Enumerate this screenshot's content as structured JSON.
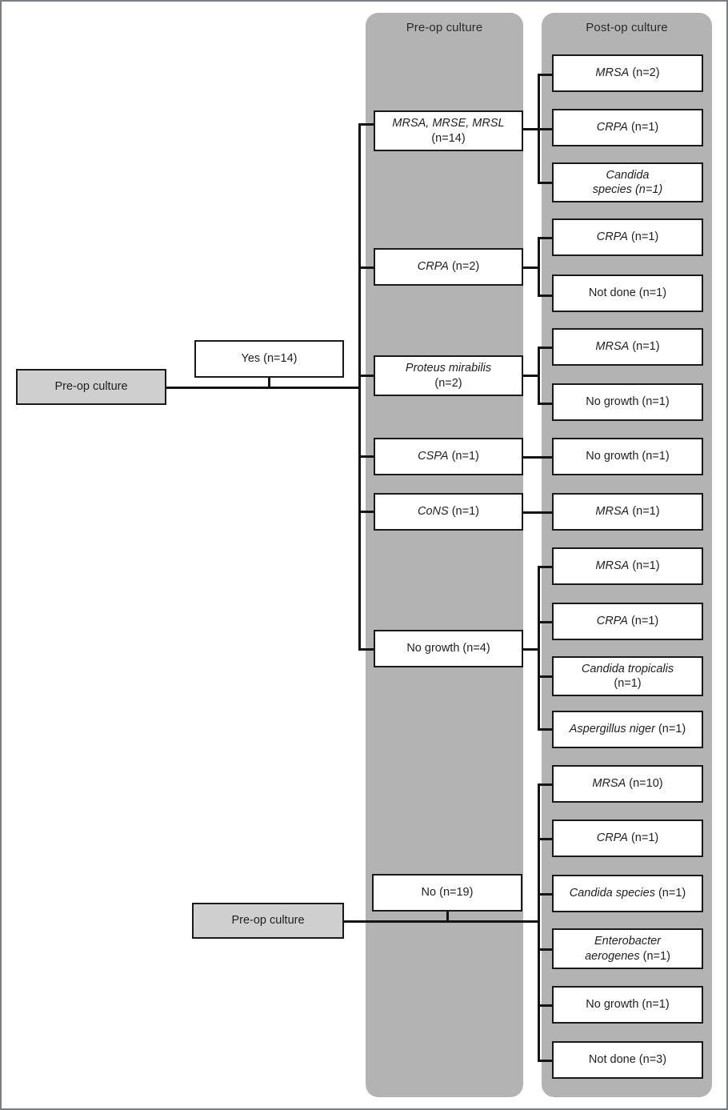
{
  "figure": {
    "panels": [
      {
        "name": "pre-op",
        "title": "Pre-op culture"
      },
      {
        "name": "post-op",
        "title": "Post-op culture"
      }
    ],
    "colors": {
      "panel_gray": "#b3b3b3",
      "box_shaded": "#cfcfcf",
      "box_fill": "#ffffff",
      "line": "#141414",
      "frame": "#7b7f85"
    }
  },
  "roots": {
    "top": {
      "label": "Pre-op culture"
    },
    "bottom": {
      "label": "Pre-op culture"
    }
  },
  "branches": {
    "yes": {
      "label": "Yes (n=14)"
    },
    "no": {
      "label": "No (n=19)"
    }
  },
  "preop": [
    {
      "id": "mrsa-group",
      "line1": "MRSA, MRSE, MRSL",
      "line1_italic": true,
      "line2": "(n=14)",
      "line2_italic": false
    },
    {
      "id": "crpa",
      "line1": "CRPA",
      "line1_italic": true,
      "line2": " (n=2)",
      "line2_italic": false,
      "inline": true
    },
    {
      "id": "proteus",
      "line1": "Proteus mirabilis",
      "line1_italic": true,
      "line2": "(n=2)",
      "line2_italic": false
    },
    {
      "id": "cspa",
      "line1": "CSPA",
      "line1_italic": true,
      "line2": " (n=1)",
      "line2_italic": false,
      "inline": true
    },
    {
      "id": "cons",
      "line1": "CoNS",
      "line1_italic": true,
      "line2": " (n=1)",
      "line2_italic": false,
      "inline": true
    },
    {
      "id": "no-growth",
      "line1": "No growth (n=4)",
      "line1_italic": false,
      "line2": "",
      "line2_italic": false,
      "inline": true
    }
  ],
  "postop": {
    "from_mrsa_group": [
      {
        "id": "p1",
        "line1": "MRSA",
        "line1_italic": true,
        "line2": " (n=2)",
        "inline": true
      },
      {
        "id": "p2",
        "line1": "CRPA",
        "line1_italic": true,
        "line2": " (n=1)",
        "inline": true
      },
      {
        "id": "p3",
        "line1": "Candida",
        "line1_italic": true,
        "line2": "species (n=1)",
        "line2_italic": true,
        "tail": " (n=1)"
      }
    ],
    "from_crpa": [
      {
        "id": "p4",
        "line1": "CRPA",
        "line1_italic": true,
        "line2": " (n=1)",
        "inline": true
      },
      {
        "id": "p5",
        "line1": "Not done",
        "line1_italic": false,
        "line2": " (n=1)",
        "inline": true
      }
    ],
    "from_proteus": [
      {
        "id": "p6",
        "line1": "MRSA",
        "line1_italic": true,
        "line2": " (n=1)",
        "inline": true
      },
      {
        "id": "p7",
        "line1": "No growth",
        "line1_italic": false,
        "line2": " (n=1)",
        "inline": true
      }
    ],
    "from_cspa": [
      {
        "id": "p8",
        "line1": "No growth",
        "line1_italic": false,
        "line2": " (n=1)",
        "inline": true
      }
    ],
    "from_cons": [
      {
        "id": "p9",
        "line1": "MRSA",
        "line1_italic": true,
        "line2": " (n=1)",
        "inline": true
      }
    ],
    "from_no_growth": [
      {
        "id": "p10",
        "line1": "MRSA",
        "line1_italic": true,
        "line2": " (n=1)",
        "inline": true
      },
      {
        "id": "p11",
        "line1": "CRPA",
        "line1_italic": true,
        "line2": " (n=1)",
        "inline": true
      },
      {
        "id": "p12",
        "line1": "Candida tropicalis",
        "line1_italic": true,
        "line2": "(n=1)"
      },
      {
        "id": "p13",
        "line1": "Aspergillus niger",
        "line1_italic": true,
        "line2": " (n=1)",
        "inline": true
      }
    ],
    "from_no": [
      {
        "id": "p14",
        "line1": "MRSA",
        "line1_italic": true,
        "line2": " (n=10)",
        "inline": true
      },
      {
        "id": "p15",
        "line1": "CRPA",
        "line1_italic": true,
        "line2": " (n=1)",
        "inline": true
      },
      {
        "id": "p16",
        "line1": "Candida species",
        "line1_italic": true,
        "line2": " (n=1)",
        "inline": true
      },
      {
        "id": "p17",
        "line1": "Enterobacter",
        "line1_italic": true,
        "line2": "aerogenes",
        "line2_italic": true,
        "tail": " (n=1)"
      },
      {
        "id": "p18",
        "line1": "No growth",
        "line1_italic": false,
        "line2": " (n=1)",
        "inline": true
      },
      {
        "id": "p19",
        "line1": "Not done",
        "line1_italic": false,
        "line2": " (n=3)",
        "inline": true
      }
    ]
  }
}
